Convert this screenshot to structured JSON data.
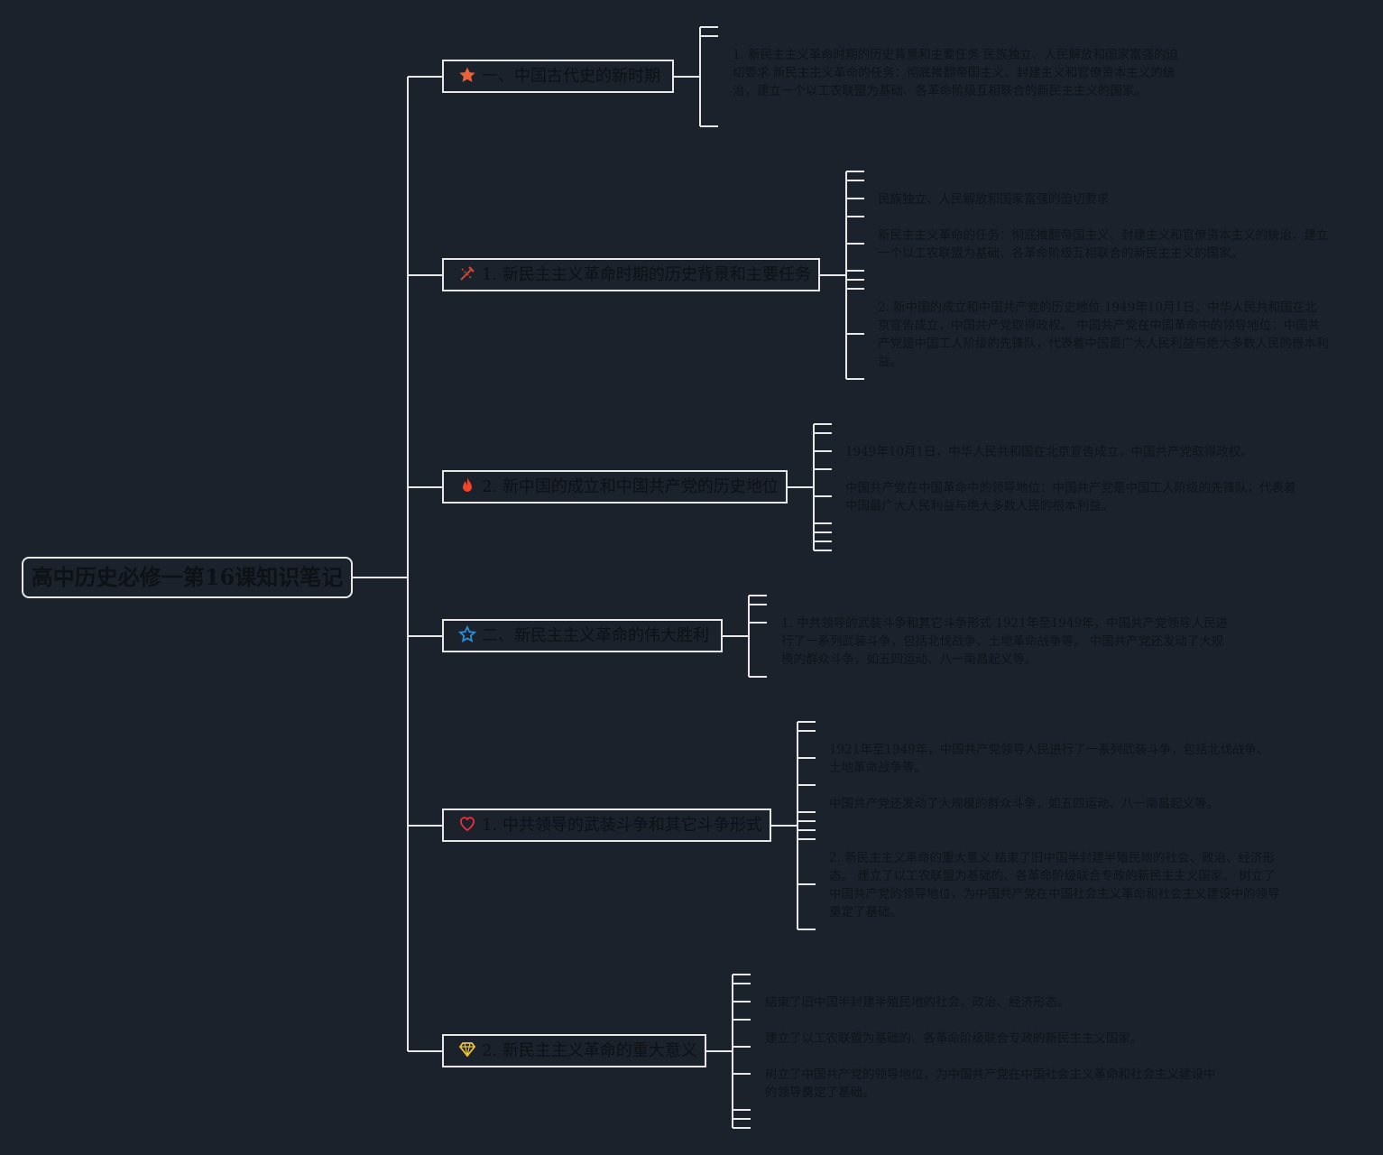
{
  "root": {
    "title": "高中历史必修一第16课知识笔记"
  },
  "topics": [
    {
      "label": "一、中国古代史的新时期",
      "icon": "star-filled-icon",
      "icon_color": "#e8623a",
      "notes": [
        "1. 新民主主义革命时期的历史背景和主要任务 民族独立、人民解放和国家富强的迫切要求 新民主主义革命的任务：彻底推翻帝国主义、封建主义和官僚资本主义的统治，建立一个以工农联盟为基础、各革命阶级互相联合的新民主主义的国家。"
      ]
    },
    {
      "label": "1. 新民主主义革命时期的历史背景和主要任务",
      "icon": "tools-icon",
      "icon_color": "#d7412c",
      "notes": [
        "民族独立、人民解放和国家富强的迫切要求",
        "新民主主义革命的任务：彻底推翻帝国主义、封建主义和官僚资本主义的统治，建立一个以工农联盟为基础、各革命阶级互相联合的新民主主义的国家。",
        "2. 新中国的成立和中国共产党的历史地位 1949年10月1日，中华人民共和国在北京宣告成立，中国共产党取得政权。 中国共产党在中国革命中的领导地位：中国共产党是中国工人阶级的先锋队，代表着中国最广大人民利益与绝大多数人民的根本利益。"
      ]
    },
    {
      "label": "2. 新中国的成立和中国共产党的历史地位",
      "icon": "fire-icon",
      "icon_color": "#f0452a",
      "notes": [
        "1949年10月1日，中华人民共和国在北京宣告成立，中国共产党取得政权。",
        "中国共产党在中国革命中的领导地位：中国共产党是中国工人阶级的先锋队，代表着中国最广大人民利益与绝大多数人民的根本利益。"
      ]
    },
    {
      "label": "二、新民主主义革命的伟大胜利",
      "icon": "star-outline-icon",
      "icon_color": "#2a8fd6",
      "notes": [
        "1. 中共领导的武装斗争和其它斗争形式 1921年至1949年，中国共产党领导人民进行了一系列武装斗争，包括北伐战争、土地革命战争等。 中国共产党还发动了大规模的群众斗争，如五四运动、八一南昌起义等。"
      ]
    },
    {
      "label": "1. 中共领导的武装斗争和其它斗争形式",
      "icon": "heart-icon",
      "icon_color": "#e8323c",
      "notes": [
        "1921年至1949年，中国共产党领导人民进行了一系列武装斗争，包括北伐战争、土地革命战争等。",
        "中国共产党还发动了大规模的群众斗争，如五四运动、八一南昌起义等。",
        "2. 新民主主义革命的重大意义 结束了旧中国半封建半殖民地的社会、政治、经济形态。 建立了以工农联盟为基础的、各革命阶级联合专政的新民主主义国家。 树立了中国共产党的领导地位，为中国共产党在中国社会主义革命和社会主义建设中的领导奠定了基础。"
      ]
    },
    {
      "label": "2. 新民主主义革命的重大意义",
      "icon": "diamond-icon",
      "icon_color": "#f1c532",
      "notes": [
        "结束了旧中国半封建半殖民地的社会、政治、经济形态。",
        "建立了以工农联盟为基础的、各革命阶级联合专政的新民主主义国家。",
        "树立了中国共产党的领导地位，为中国共产党在中国社会主义革命和社会主义建设中的领导奠定了基础。"
      ]
    }
  ]
}
